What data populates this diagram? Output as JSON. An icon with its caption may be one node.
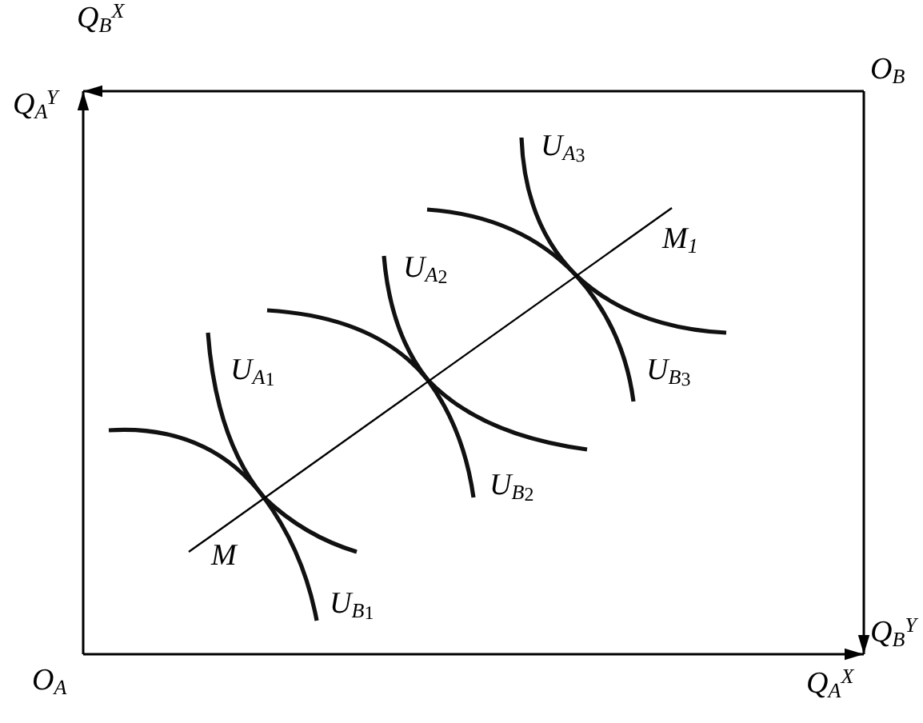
{
  "diagram": {
    "labels": [
      "Q$_{B}$$^{X}$",
      "O$_{B}$",
      "Q$_{A}$$^{Y}$",
      "U$_{A}$$_{3}$",
      "M$_{1}$",
      "U$_{A}$$_{2}$",
      "U$_{A}$$_{1}$",
      "U$_{B}$$_{3}$",
      "U$_{B}$$_{2}$",
      "M",
      "U$_{B}$$_{1}$",
      "O$_{A}$",
      "Q$_{B}$$^{Y}$",
      "Q$_{A}$$^{X}$"
    ]
  }
}
